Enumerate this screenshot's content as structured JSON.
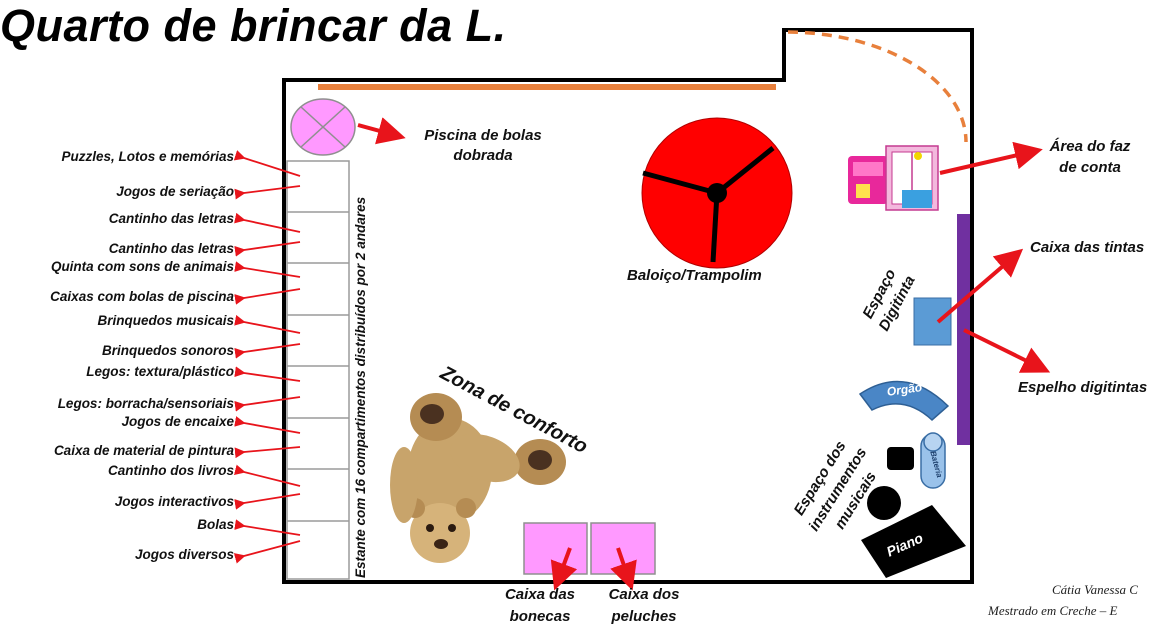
{
  "title": "Quarto de brincar da L.",
  "shelf_label": "Estante com 16 compartimentos distribuídos por 2 andares",
  "shelf_items": [
    "Puzzles, Lotos e memórias",
    "Jogos de seriação",
    "Cantinho das letras",
    "Cantinho das letras",
    "Quinta com sons de animais",
    "Caixas com bolas de piscina",
    "Brinquedos musicais",
    "Brinquedos sonoros",
    "Legos: textura/plástico",
    "Legos: borracha/sensoriais",
    "Jogos de encaixe",
    "Caixa de material de pintura",
    "Cantinho dos livros",
    "Jogos interactivos",
    "Bolas",
    "Jogos diversos"
  ],
  "zones": {
    "ball_pool": [
      "Piscina de bolas",
      "dobrada"
    ],
    "swing": "Baloiço/Trampolim",
    "pretend_play": [
      "Área do faz",
      "de conta"
    ],
    "digitinta": [
      "Espaço",
      "Digitinta"
    ],
    "paint_box": "Caixa das tintas",
    "mirror": "Espelho digitintas",
    "comfort_zone": "Zona de conforto",
    "music_space": [
      "Espaço dos",
      "instrumentos",
      "musicais"
    ],
    "organ": "Orgão",
    "drums": "Bateria",
    "piano": "Piano",
    "dolls_box": [
      "Caixa das",
      "bonecas"
    ],
    "plush_box": [
      "Caixa dos",
      "peluches"
    ]
  },
  "credit": [
    "Cátia Vanessa C",
    "Mestrado em Creche – E"
  ],
  "colors": {
    "arrow": "#e8141b",
    "wall": "#000000",
    "orange": "#e8803c",
    "pink_box": "#ff99ff",
    "swing_red": "#ff0000",
    "purple_mirror": "#7030a0",
    "blue_box": "#5b9bd5",
    "organ_blue": "#4a86c6"
  },
  "icons": [
    "ball-pool-icon",
    "teddy-bear-image",
    "toy-kitchen-image",
    "piano-icon",
    "organ-icon",
    "drum-icon"
  ]
}
